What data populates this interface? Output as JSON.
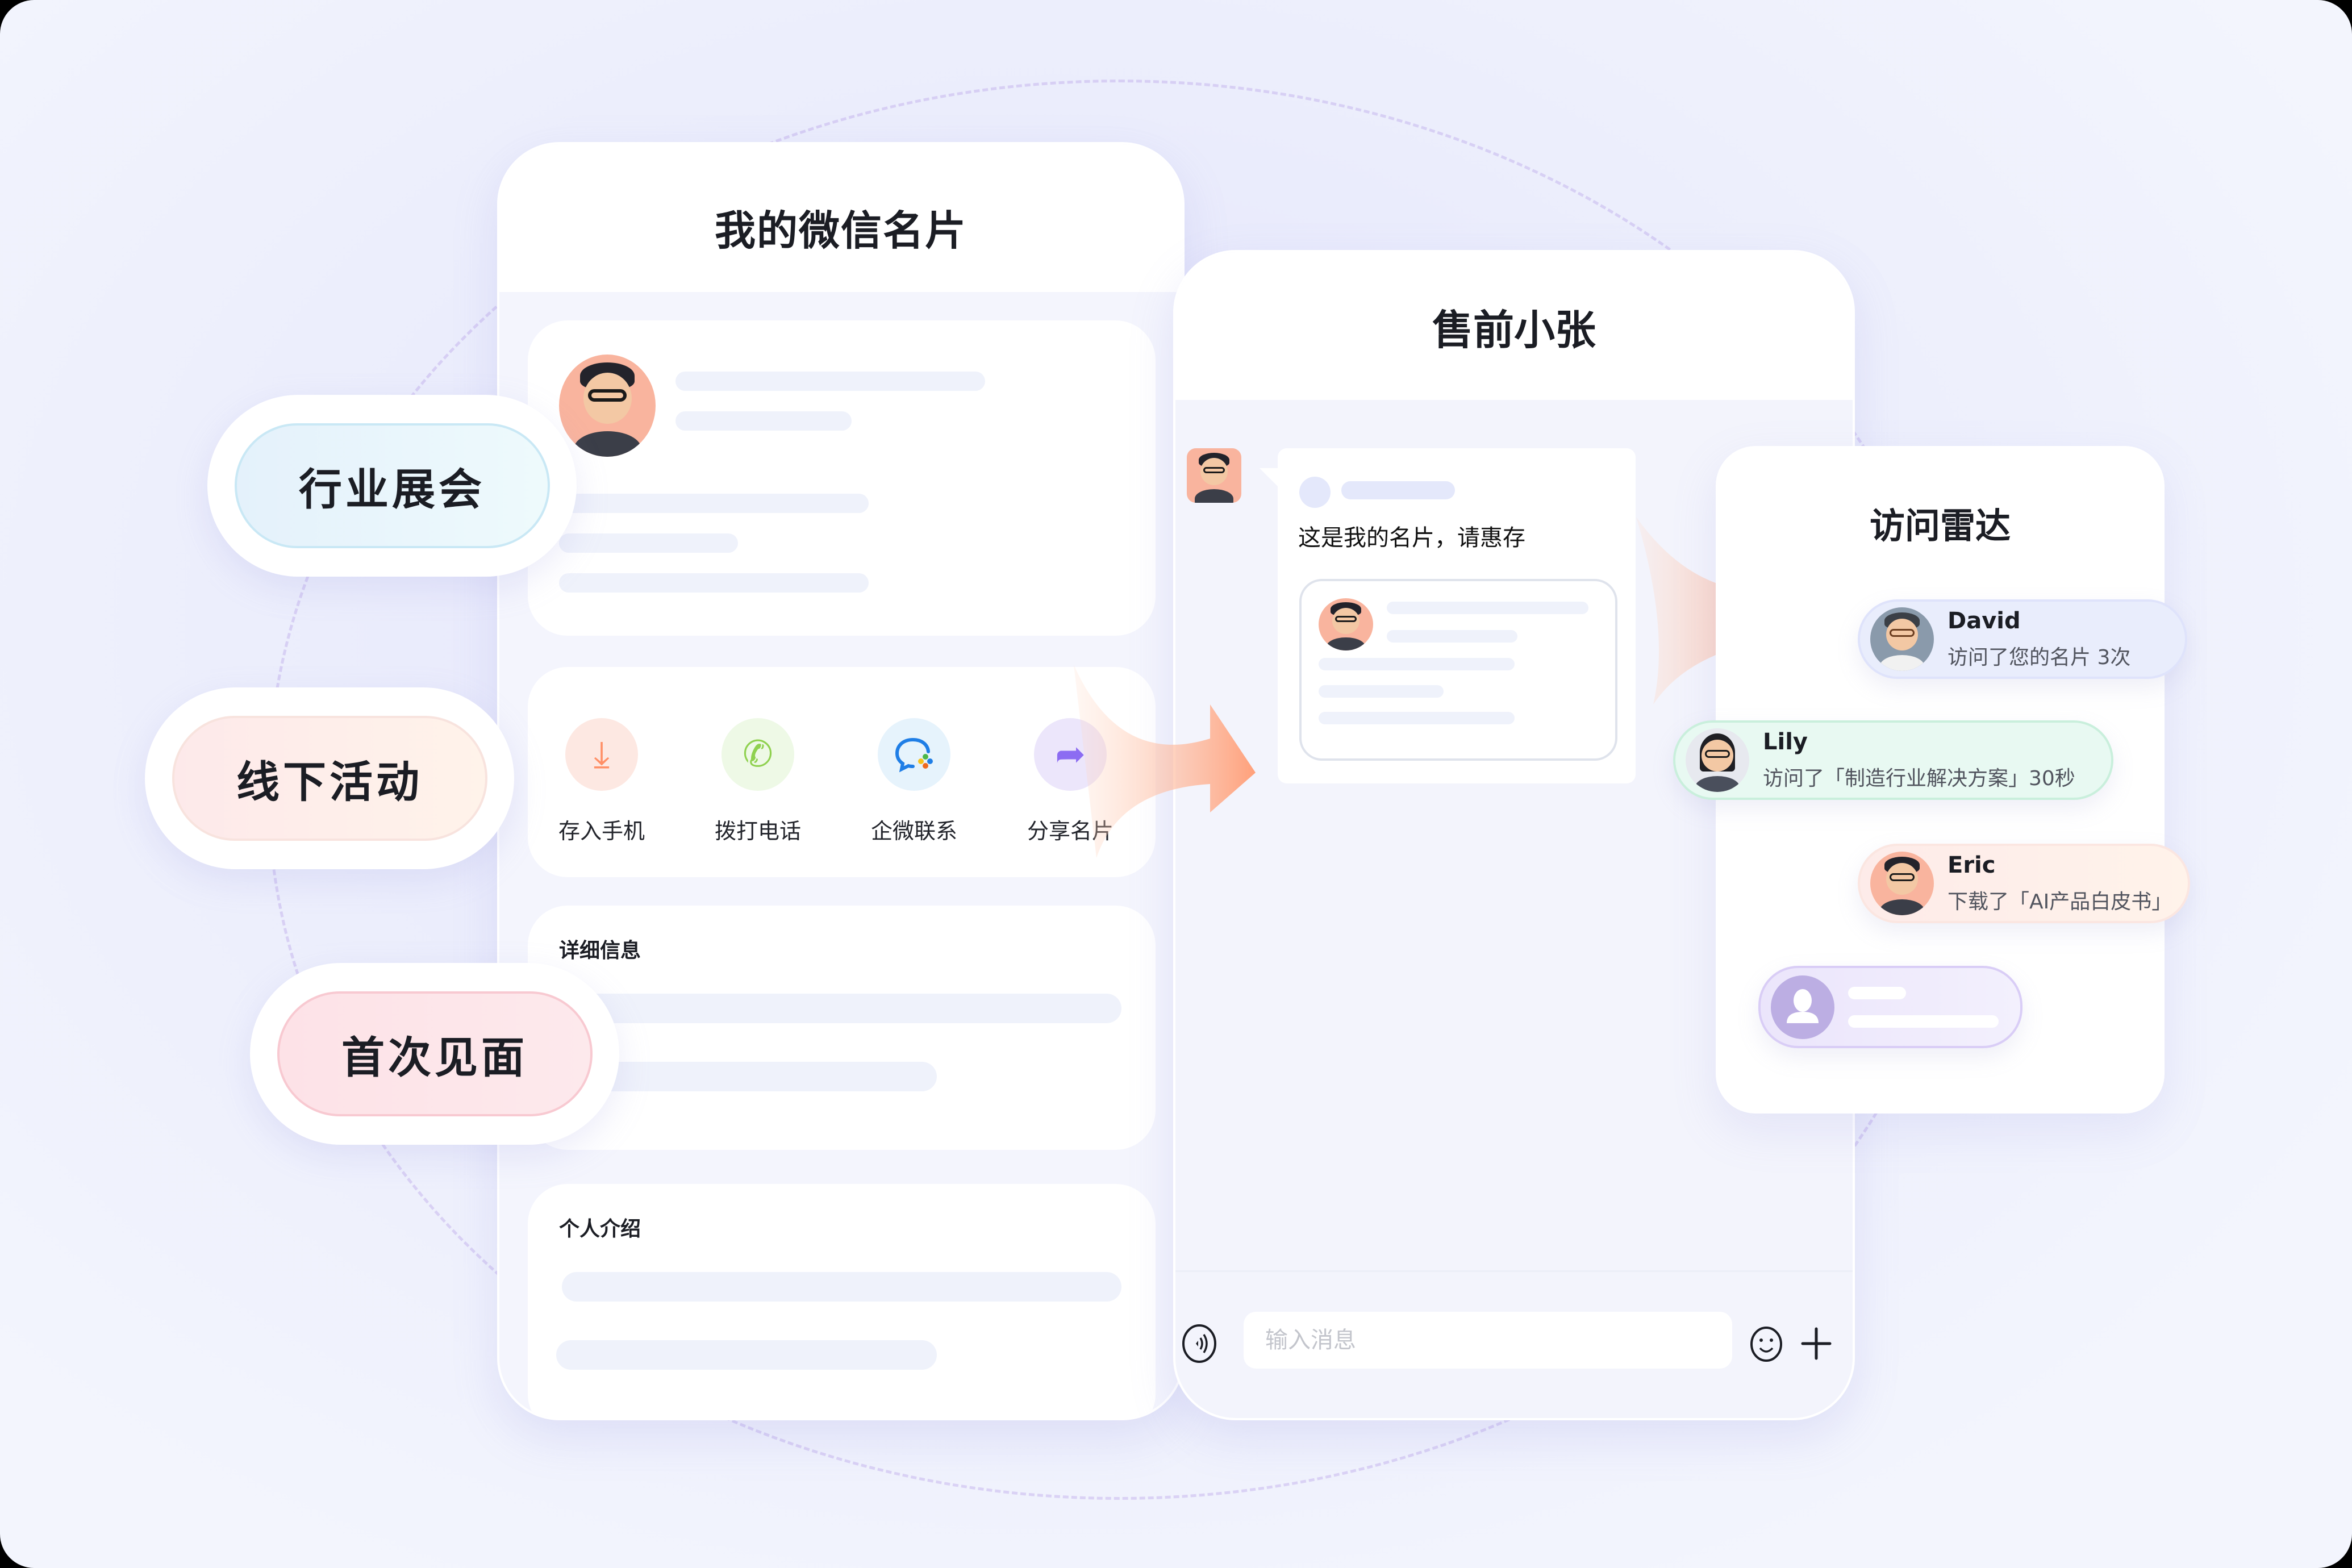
{
  "scenario_tags": [
    {
      "label": "行业展会",
      "bg": "#e6f4fb",
      "border": "#c9e8f5"
    },
    {
      "label": "线下活动",
      "bg": "#fdeeed",
      "border": "#f8e3de"
    },
    {
      "label": "首次见面",
      "bg": "#fde4e8",
      "border": "#f8c9d1"
    }
  ],
  "card_panel": {
    "title": "我的微信名片",
    "actions": [
      {
        "label": "存入手机",
        "icon": "download-icon",
        "glyph": "⤓",
        "color": "#ff8f66",
        "bg": "#fde8e2"
      },
      {
        "label": "拨打电话",
        "icon": "phone-icon",
        "glyph": "✆",
        "color": "#8fd14f",
        "bg": "#eef9e6"
      },
      {
        "label": "企微联系",
        "icon": "wecom-icon",
        "glyph": "◌",
        "color": "#1f7ee6",
        "bg": "#e6f3fc"
      },
      {
        "label": "分享名片",
        "icon": "share-icon",
        "glyph": "➦",
        "color": "#8c6cf2",
        "bg": "#ece6fb"
      }
    ],
    "details_title": "详细信息",
    "intro_title": "个人介绍"
  },
  "chat_panel": {
    "title": "售前小张",
    "message_text": "这是我的名片，请惠存",
    "input_placeholder": "输入消息",
    "voice_icon": "voice-icon",
    "emoji_icon": "emoji-icon",
    "plus_icon": "plus-icon"
  },
  "radar_panel": {
    "title": "访问雷达",
    "visitors": [
      {
        "name": "David",
        "activity": "访问了您的名片 3次",
        "bg": "#e9edfc",
        "border": "#dfe3fb",
        "avatar_bg": "#8a9aab"
      },
      {
        "name": "Lily",
        "activity": "访问了「制造行业解决方案」30秒",
        "bg": "#e8f9f2",
        "border": "#c9efdc",
        "avatar_bg": "#e7e9ef"
      },
      {
        "name": "Eric",
        "activity": "下载了「AI产品白皮书」",
        "bg": "#fdefec",
        "border": "#fbe6e1",
        "avatar_bg": "#f9b49e"
      }
    ],
    "placeholder_visitor": {
      "avatar_bg": "#bcaee3",
      "bg": "#ede8fb",
      "border": "#d9cdf6"
    }
  },
  "colors": {
    "accent_arrow": "#ffa07a",
    "text_primary": "#1b1d24",
    "skeleton": "#eff2fb"
  }
}
